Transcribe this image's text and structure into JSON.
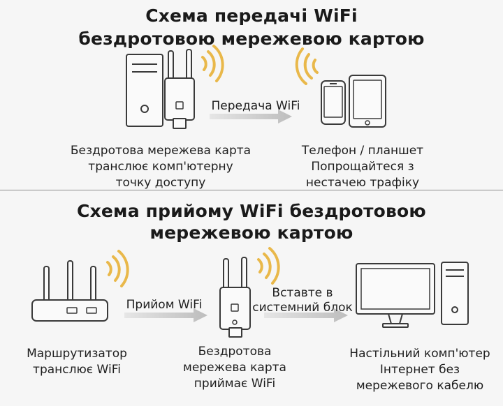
{
  "top_section": {
    "title_line1": "Схема передачі WiFi",
    "title_line2": "бездротовою мережевою картою",
    "arrow_label": "Передача WiFi",
    "adapter_caption": [
      "Бездротова мережева карта",
      "транслює комп'ютерну",
      "точку доступу"
    ],
    "device_caption": [
      "Телефон / планшет",
      "Попрощайтеся з",
      "нестачею трафіку"
    ]
  },
  "bottom_section": {
    "title_line1": "Схема прийому WiFi бездротовою",
    "title_line2": "мережевою картою",
    "arrow1_label": "Прийом WiFi",
    "arrow2_label": [
      "Вставте в",
      "системний блок"
    ],
    "router_caption": [
      "Маршрутизатор",
      "транслює WiFi"
    ],
    "adapter_caption": [
      "Бездротова",
      "мережева карта",
      "приймає WiFi"
    ],
    "desktop_caption": [
      "Настільний комп'ютер",
      "Інтернет без",
      "мережевого кабелю"
    ]
  },
  "colors": {
    "signal": "#e9b84a",
    "arrow": "#c8c8c8",
    "outline": "#3a3a3a"
  },
  "icons": [
    "pc-tower-icon",
    "usb-wifi-adapter-icon",
    "wifi-signal-icon",
    "smartphone-icon",
    "tablet-icon",
    "router-icon",
    "monitor-icon"
  ]
}
